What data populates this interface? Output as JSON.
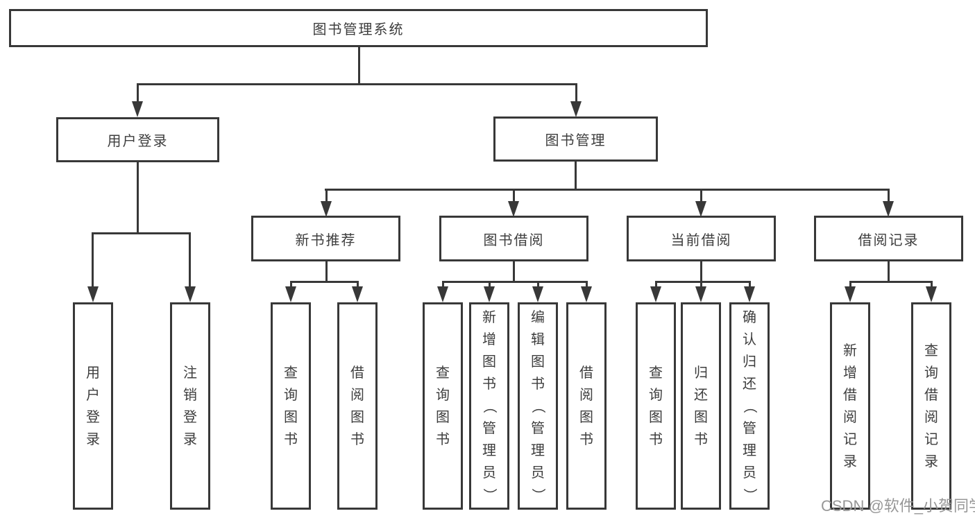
{
  "tree": {
    "root": {
      "label": "图书管理系统"
    },
    "branches": [
      {
        "label": "用户登录",
        "children": [
          {
            "label": "用户登录"
          },
          {
            "label": "注销登录"
          }
        ]
      },
      {
        "label": "图书管理",
        "children": [
          {
            "label": "新书推荐",
            "children": [
              {
                "label": "查询图书"
              },
              {
                "label": "借阅图书"
              }
            ]
          },
          {
            "label": "图书借阅",
            "children": [
              {
                "label": "查询图书"
              },
              {
                "label": "新增图书（管理员）"
              },
              {
                "label": "编辑图书（管理员）"
              },
              {
                "label": "借阅图书"
              }
            ]
          },
          {
            "label": "当前借阅",
            "children": [
              {
                "label": "查询图书"
              },
              {
                "label": "归还图书"
              },
              {
                "label": "确认归还（管理员）"
              }
            ]
          },
          {
            "label": "借阅记录",
            "children": [
              {
                "label": "新增借阅记录"
              },
              {
                "label": "查询借阅记录"
              }
            ]
          }
        ]
      }
    ]
  },
  "watermark": {
    "text": "CSDN @软件_小贺同学"
  },
  "colors": {
    "line": "#383838",
    "text": "#3d3d3d",
    "watermark": "#979797",
    "background": "#ffffff"
  }
}
